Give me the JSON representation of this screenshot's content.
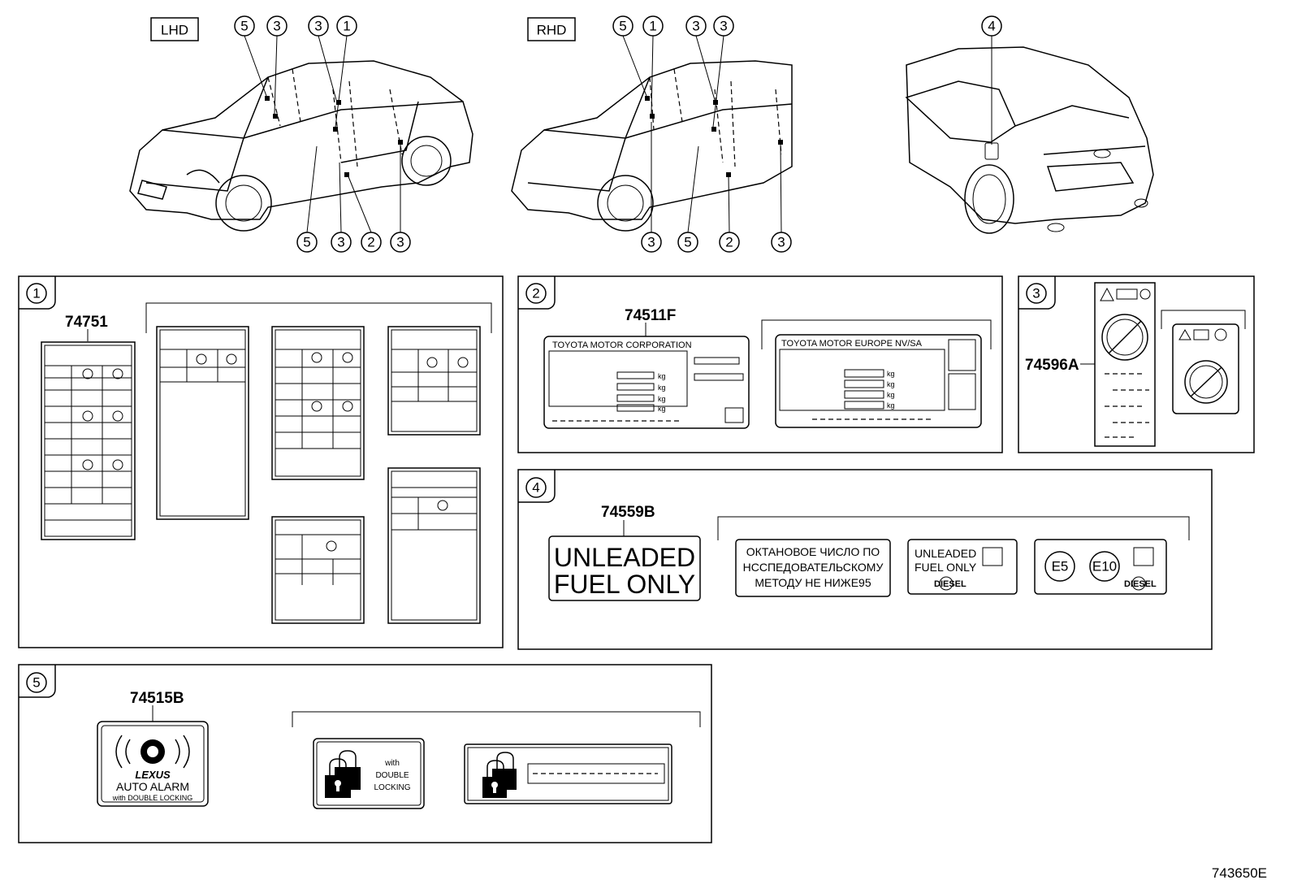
{
  "views": {
    "lhd": {
      "tag": "LHD",
      "top_callouts": [
        "5",
        "3",
        "3",
        "1"
      ],
      "bottom_callouts": [
        "5",
        "3",
        "2",
        "3"
      ]
    },
    "rhd": {
      "tag": "RHD",
      "top_callouts": [
        "5",
        "1",
        "3",
        "3"
      ],
      "bottom_callouts": [
        "3",
        "5",
        "2",
        "3"
      ]
    },
    "rear": {
      "top_callouts": [
        "4"
      ]
    }
  },
  "panels": {
    "p1": {
      "number": "1",
      "part_no": "74751"
    },
    "p2": {
      "number": "2",
      "part_no": "74511F",
      "label_a_text": "TOYOTA  MOTOR  CORPORATION",
      "label_b_text": "TOYOTA   MOTOR   EUROPE   NV/SA",
      "kg": "kg"
    },
    "p3": {
      "number": "3",
      "part_no": "74596A"
    },
    "p4": {
      "number": "4",
      "part_no": "74559B",
      "main_line1": "UNLEADED",
      "main_line2": "FUEL ONLY",
      "ru_line1": "ОКТАНОВОЕ ЧИСЛО ПО",
      "ru_line2": "НССПЕДОВАТЕЛЬСКОМУ",
      "ru_line3": "МЕТОДУ НЕ НИЖЕ95",
      "small_line1": "UNLEADED",
      "small_line2": "FUEL ONLY",
      "diesel": "DIESEL",
      "e5": "E5",
      "e10": "E10"
    },
    "p5": {
      "number": "5",
      "part_no": "74515B",
      "brand": "LEXUS",
      "alarm": "AUTO ALARM",
      "alarm_sub": "with DOUBLE LOCKING",
      "with": "with",
      "double": "DOUBLE",
      "locking": "LOCKING"
    }
  },
  "diagram_code": "743650E"
}
